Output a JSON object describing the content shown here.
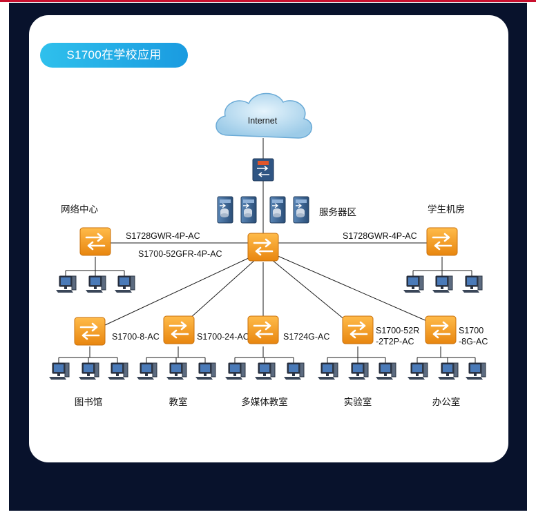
{
  "title": "S1700在学校应用",
  "diagram": {
    "internet": "Internet",
    "server_zone": "服务器区",
    "core_switch_label": "S1700-52GFR-4P-AC",
    "left_uplink_label": "S1728GWR-4P-AC",
    "right_uplink_label": "S1728GWR-4P-AC",
    "network_center": "网络中心",
    "student_lab": "学生机房",
    "branches": [
      {
        "model": "S1700-8-AC",
        "area": "图书馆"
      },
      {
        "model": "S1700-24-AC",
        "area": "教室"
      },
      {
        "model": "S1724G-AC",
        "area": "多媒体教室"
      },
      {
        "model_line1": "S1700-52R",
        "model_line2": "-2T2P-AC",
        "area": "实验室"
      },
      {
        "model_line1": "S1700",
        "model_line2": "-8G-AC",
        "area": "办公室"
      }
    ]
  },
  "colors": {
    "background": "#08122c",
    "accent_line": "#c8102e",
    "pill_start": "#2fc0ec",
    "pill_end": "#1a9be0",
    "switch_orange": "#f39a1e",
    "server_blue": "#3e6a99",
    "cloud_blue": "#b9ddf3"
  }
}
